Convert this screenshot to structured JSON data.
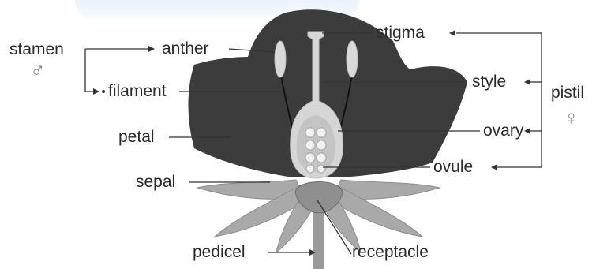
{
  "labels": {
    "stamen": "stamen",
    "stamen_symbol": "♂",
    "anther": "anther",
    "filament": "filament",
    "petal": "petal",
    "sepal": "sepal",
    "pedicel": "pedicel",
    "receptacle": "receptacle",
    "stigma": "stigma",
    "style": "style",
    "ovary": "ovary",
    "ovule": "ovule",
    "pistil": "pistil",
    "pistil_symbol": "♀"
  },
  "colors": {
    "petal": "#3c3c3c",
    "sepal": "#a9a9a9",
    "pistil": "#d6d6d6",
    "anther": "#d9d9d9",
    "ovule": "#f2f2f2",
    "line": "#333333",
    "text": "#2a2a2a",
    "symbol": "#8a8a8a"
  }
}
